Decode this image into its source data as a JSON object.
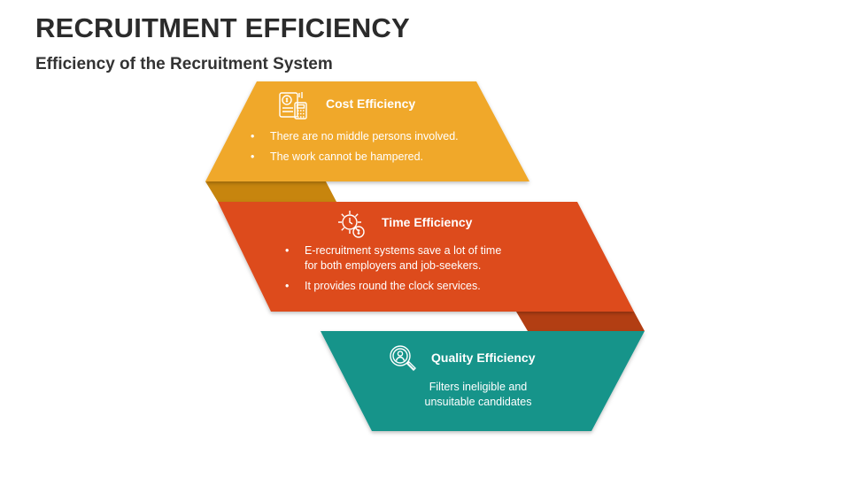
{
  "title": "RECRUITMENT EFFICIENCY",
  "subtitle": "Efficiency of the Recruitment System",
  "colors": {
    "cost": "#f0a82a",
    "cost_fold": "#c7850e",
    "time": "#dd4c1c",
    "time_fold": "#b23e13",
    "quality": "#12948a",
    "text": "#ffffff"
  },
  "segments": [
    {
      "heading": "Cost Efficiency",
      "icon": "calculator-money-icon",
      "bullets": [
        "There are no middle persons involved.",
        "The work cannot be hampered."
      ]
    },
    {
      "heading": "Time Efficiency",
      "icon": "gear-clock-icon",
      "bullets": [
        "E-recruitment systems save a lot of time for both employers and job-seekers.",
        "It provides round the clock services."
      ]
    },
    {
      "heading": "Quality Efficiency",
      "icon": "magnifier-person-icon",
      "text": "Filters ineligible and unsuitable candidates"
    }
  ]
}
